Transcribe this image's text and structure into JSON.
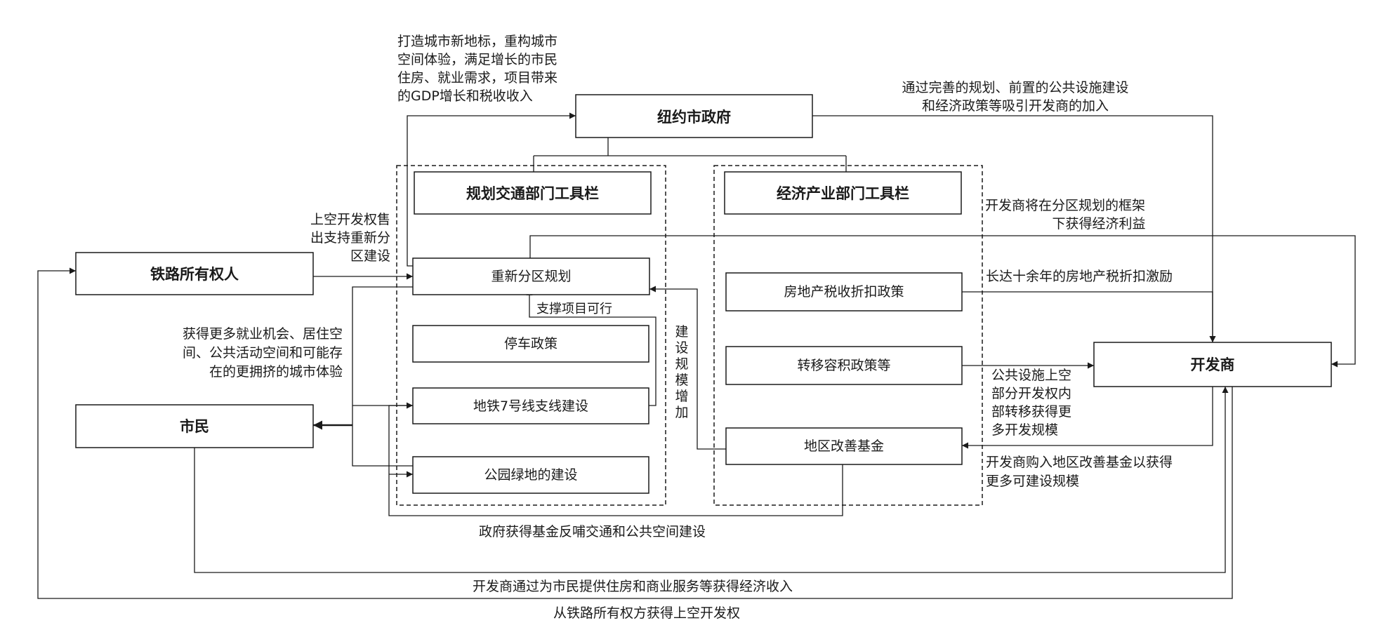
{
  "nodes": {
    "government": "纽约市政府",
    "railway_owner": "铁路所有权人",
    "citizens": "市民",
    "developer": "开发商"
  },
  "groups": {
    "planning_toolbar": "规划交通部门工具栏",
    "economic_toolbar": "经济产业部门工具栏"
  },
  "tools": {
    "rezoning": "重新分区规划",
    "parking_policy": "停车政策",
    "subway_extension": "地铁7号线支线建设",
    "park_construction": "公园绿地的建设",
    "property_tax_policy": "房地产税收折扣政策",
    "far_transfer_policy": "转移容积政策等",
    "district_improvement_fund": "地区改善基金"
  },
  "annotations": {
    "gov_goal": [
      "打造城市新地标，重构城市",
      "空间体验，满足增长的市民",
      "住房、就业需求，项目带来",
      "的GDP增长和税收收入"
    ],
    "gov_to_dev": [
      "通过完善的规划、前置的公共设施建设",
      "和经济政策等吸引开发商的加入"
    ],
    "air_rights_sale": [
      "上空开发权售",
      "出支持重新分",
      "区建设"
    ],
    "dev_profit": [
      "开发商将在分区规划的框架",
      "下获得经济利益"
    ],
    "tax_incentive": "长达十余年的房地产税折扣激励",
    "support_feasibility": "支撑项目可行",
    "scale_increase": [
      "建",
      "设",
      "规",
      "模",
      "增",
      "加"
    ],
    "citizen_benefits": [
      "获得更多就业机会、居住空",
      "间、公共活动空间和可能存",
      "在的更拥挤的城市体验"
    ],
    "air_rights_transfer": [
      "公共设施上空",
      "部分开发权内",
      "部转移获得更",
      "多开发规模"
    ],
    "fund_purchase": [
      "开发商购入地区改善基金以获得",
      "更多可建设规模"
    ],
    "fund_feedback": "政府获得基金反哺交通和公共空间建设",
    "dev_income": "开发商通过为市民提供住房和商业服务等获得经济收入",
    "air_rights_acquire": "从铁路所有权方获得上空开发权"
  }
}
